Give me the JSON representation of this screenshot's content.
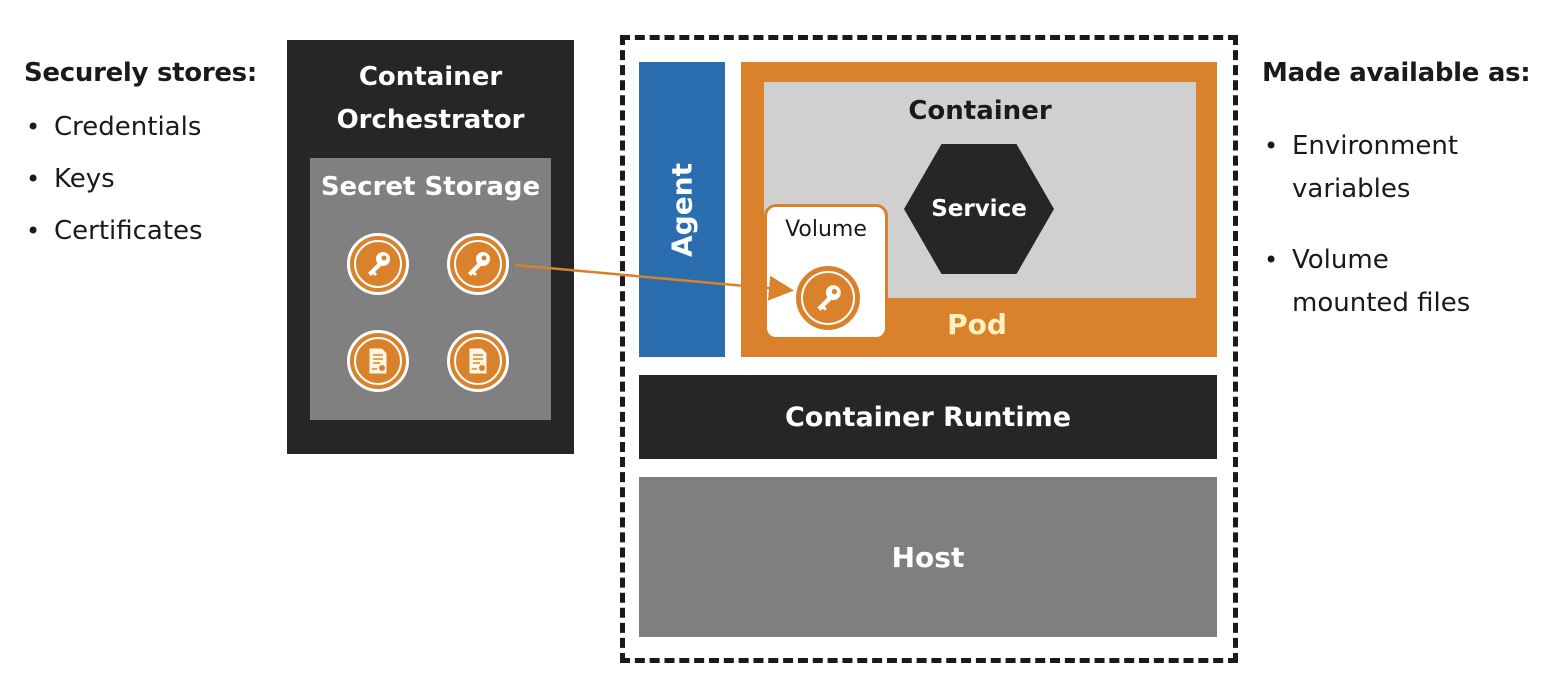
{
  "left_panel": {
    "heading": "Securely stores:",
    "items": [
      "Credentials",
      "Keys",
      "Certificates"
    ]
  },
  "right_panel": {
    "heading": "Made available as:",
    "items": [
      "Environment\nvariables",
      "Volume\nmounted files"
    ]
  },
  "orchestrator": {
    "title": "Container\nOrchestrator",
    "storage_title": "Secret Storage",
    "secrets": [
      {
        "icon": "key-icon"
      },
      {
        "icon": "key-icon"
      },
      {
        "icon": "certificate-icon"
      },
      {
        "icon": "certificate-icon"
      }
    ]
  },
  "node": {
    "agent": "Agent",
    "pod": "Pod",
    "container": "Container",
    "service": "Service",
    "volume": "Volume",
    "volume_icon": "key-icon",
    "runtime": "Container Runtime",
    "host": "Host"
  },
  "colors": {
    "accent_orange": "#d9822b",
    "agent_blue": "#2a6eb0",
    "dark": "#262626",
    "gray": "#808080",
    "light_gray": "#d0d0d0"
  }
}
